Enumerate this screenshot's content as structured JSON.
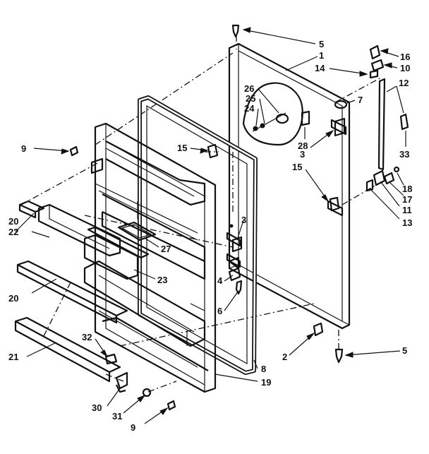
{
  "diagram": {
    "callouts": [
      {
        "id": "c5a",
        "text": "5"
      },
      {
        "id": "c1",
        "text": "1"
      },
      {
        "id": "c16",
        "text": "16"
      },
      {
        "id": "c10",
        "text": "10"
      },
      {
        "id": "c14",
        "text": "14"
      },
      {
        "id": "c12",
        "text": "12"
      },
      {
        "id": "c7",
        "text": "7"
      },
      {
        "id": "c26",
        "text": "26"
      },
      {
        "id": "c25",
        "text": "25"
      },
      {
        "id": "c24",
        "text": "24"
      },
      {
        "id": "c28",
        "text": "28"
      },
      {
        "id": "c3a",
        "text": "3"
      },
      {
        "id": "c33",
        "text": "33"
      },
      {
        "id": "c9a",
        "text": "9"
      },
      {
        "id": "c15a",
        "text": "15"
      },
      {
        "id": "c15b",
        "text": "15"
      },
      {
        "id": "c18",
        "text": "18"
      },
      {
        "id": "c17",
        "text": "17"
      },
      {
        "id": "c11",
        "text": "11"
      },
      {
        "id": "c13",
        "text": "13"
      },
      {
        "id": "c3b",
        "text": "3"
      },
      {
        "id": "c20a",
        "text": "20"
      },
      {
        "id": "c22",
        "text": "22"
      },
      {
        "id": "c27",
        "text": "27"
      },
      {
        "id": "c23",
        "text": "23"
      },
      {
        "id": "c4",
        "text": "4"
      },
      {
        "id": "c6",
        "text": "6"
      },
      {
        "id": "c20b",
        "text": "20"
      },
      {
        "id": "c32",
        "text": "32"
      },
      {
        "id": "c2",
        "text": "2"
      },
      {
        "id": "c5b",
        "text": "5"
      },
      {
        "id": "c21",
        "text": "21"
      },
      {
        "id": "c8",
        "text": "8"
      },
      {
        "id": "c19",
        "text": "19"
      },
      {
        "id": "c30",
        "text": "30"
      },
      {
        "id": "c31",
        "text": "31"
      },
      {
        "id": "c9b",
        "text": "9"
      }
    ]
  }
}
